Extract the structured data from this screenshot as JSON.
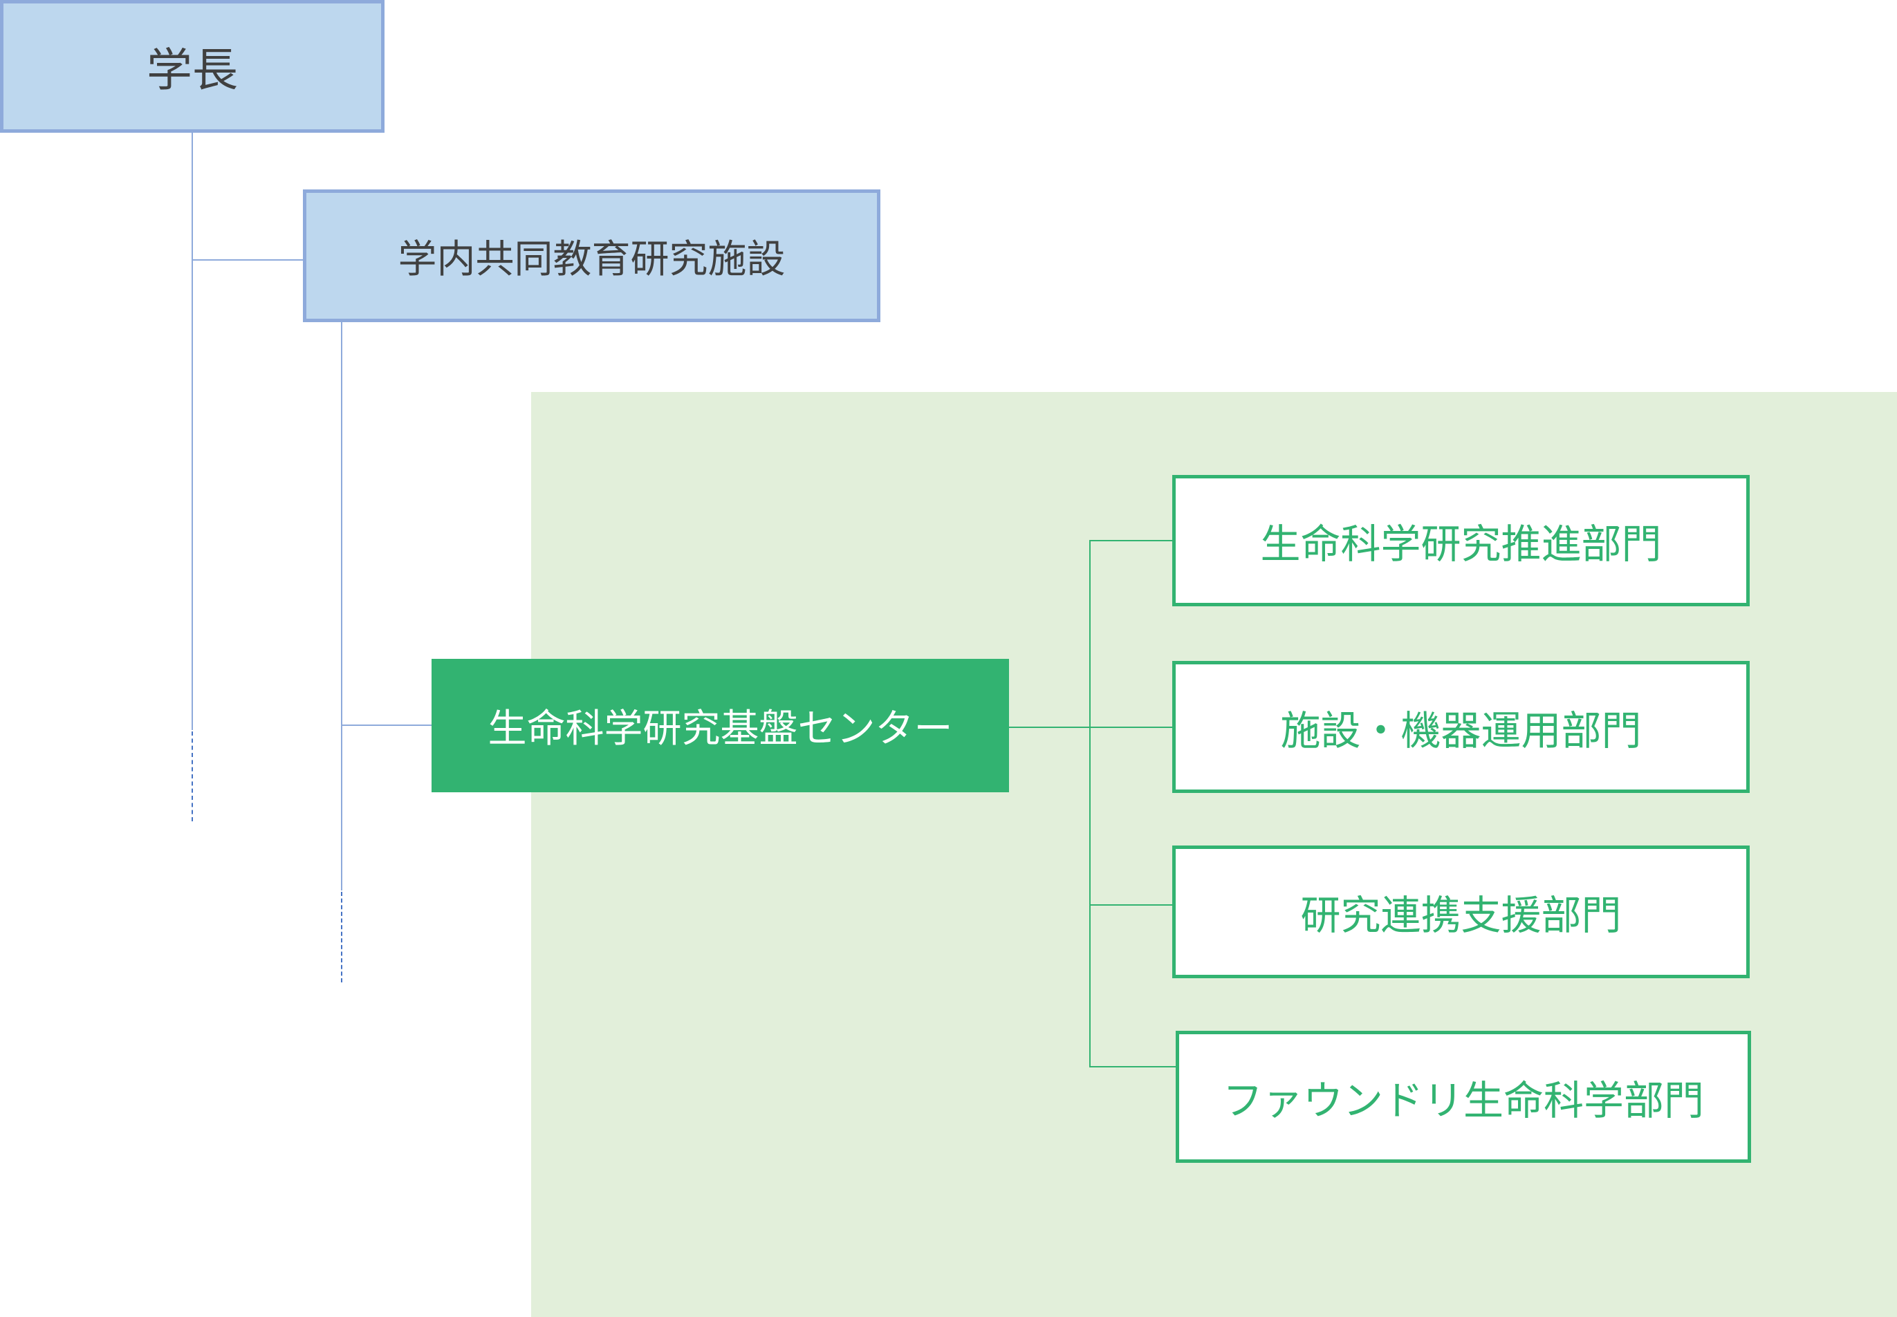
{
  "org_chart": {
    "president": {
      "label": "学長"
    },
    "facility": {
      "label": "学内共同教育研究施設"
    },
    "center": {
      "label": "生命科学研究基盤センター"
    },
    "divisions": [
      {
        "label": "生命科学研究推進部門"
      },
      {
        "label": "施設・機器運用部門"
      },
      {
        "label": "研究連携支援部門"
      },
      {
        "label": "ファウンドリ生命科学部門"
      }
    ]
  },
  "colors": {
    "blue_fill": "#BDD7EE",
    "blue_border": "#8EAADB",
    "center_green": "#32B371",
    "panel_green": "#E2EFDA",
    "text_dark": "#404040"
  }
}
